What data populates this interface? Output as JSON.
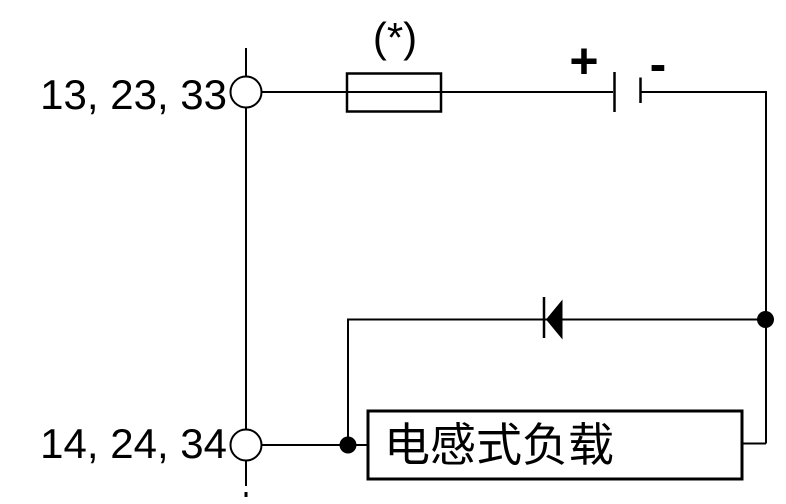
{
  "terminals": {
    "top_label": "13, 23, 33",
    "bottom_label": "14, 24, 34"
  },
  "fuse": {
    "label": "(*)"
  },
  "battery": {
    "plus_label": "+",
    "minus_label": "-"
  },
  "load": {
    "label": "电感式负载"
  },
  "symbols": [
    "terminal-circle",
    "fuse-symbol",
    "battery-symbol",
    "diode-symbol",
    "junction-dot",
    "inductive-load-box"
  ],
  "colors": {
    "line": "#000000",
    "background": "#ffffff",
    "fill": "#000000"
  }
}
